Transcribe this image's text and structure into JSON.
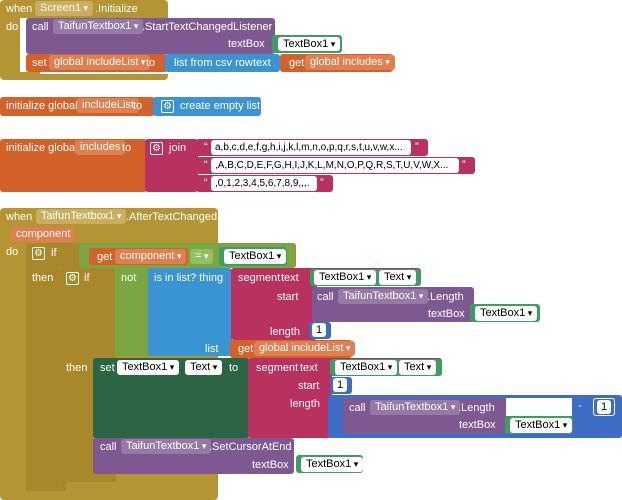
{
  "colors": {
    "control": "#B49433",
    "control_dark": "#A8882A",
    "variable": "#D2612A",
    "procedure": "#7E5891",
    "component_set": "#2B6544",
    "component_prop": "#3E9D65",
    "list": "#3A94D3",
    "logic": "#7AA741",
    "text": "#B9315F",
    "math": "#3F6DC5",
    "light_panel": "#ffffff"
  },
  "block1": {
    "when": "when",
    "component": "Screen1",
    "event": ".Initialize",
    "do": "do",
    "call": "call",
    "call_component": "TaifunTextbox1",
    "call_method": ".StartTextChangedListener",
    "textbox_label": "textBox",
    "textbox_value": "TextBox1",
    "set": "set",
    "set_var": "global includeList",
    "to": "to",
    "list_from_csv": "list from csv row",
    "text_label": "text",
    "get": "get",
    "get_var": "global includes"
  },
  "block2": {
    "initialize": "initialize global",
    "name": "includeList",
    "to": "to",
    "create": "create empty list"
  },
  "block3": {
    "initialize": "initialize global",
    "name": "includes",
    "to": "to",
    "join": "join",
    "strings": [
      "a,b,c,d,e,f,g,h,i,j,k,l,m,n,o,p,q,r,s,t,u,v,w,x...",
      ",A,B,C,D,E,F,G,H,I,J,K,L,M,N,O,P,Q,R,S,T,U,V,W,X...",
      ",0,1,2,3,4,5,6,7,8,9,,,."
    ]
  },
  "block4": {
    "when": "when",
    "component": "TaifunTextbox1",
    "event": ".AfterTextChanged",
    "param": "component",
    "do": "do",
    "if": "if",
    "get": "get",
    "get_var": "component",
    "op": "=",
    "compare_value": "TextBox1",
    "then": "then",
    "if2": "if",
    "not": "not",
    "is_in_list": "is in list? thing",
    "list_label": "list",
    "get_list_var": "global includeList",
    "segment": "segment",
    "text_label": "text",
    "seg_text_comp": "TextBox1",
    "seg_text_prop": "Text",
    "start_label": "start",
    "call": "call",
    "call_component": "TaifunTextbox1",
    "length_method": ".Length",
    "textbox_label": "textBox",
    "textbox_value": "TextBox1",
    "length_label": "length",
    "length_value": "1",
    "then2": "then",
    "set": "set",
    "set_comp": "TextBox1",
    "set_prop": "Text",
    "to": "to",
    "segment2": "segment",
    "text_label2": "text",
    "seg2_text_comp": "TextBox1",
    "seg2_text_prop": "Text",
    "start_label2": "start",
    "start_value2": "1",
    "length_label2": "length",
    "call2": "call",
    "call2_component": "TaifunTextbox1",
    "length_method2": ".Length",
    "textbox_label2": "textBox",
    "textbox_value2": "TextBox1",
    "minus": "-",
    "minus_value": "1",
    "call3": "call",
    "call3_component": "TaifunTextbox1",
    "call3_method": ".SetCursorAtEnd",
    "textbox_label3": "textBox",
    "textbox_value3": "TextBox1"
  }
}
